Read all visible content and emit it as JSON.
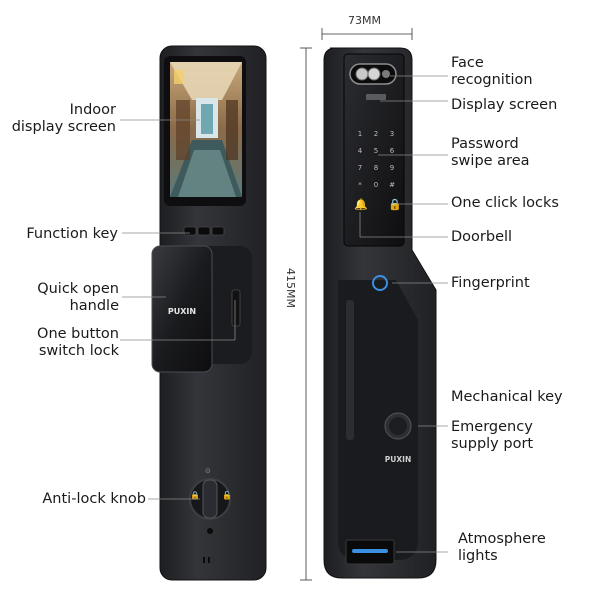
{
  "dimensions": {
    "width": "73MM",
    "height": "415MM"
  },
  "brand": "PUXIN",
  "keypad": [
    "1",
    "2",
    "3",
    "4",
    "5",
    "6",
    "7",
    "8",
    "9",
    "*",
    "0",
    "#"
  ],
  "left_labels": {
    "indoor_display": [
      "Indoor",
      "display screen"
    ],
    "function_key": "Function key",
    "quick_open": [
      "Quick open",
      "handle"
    ],
    "one_button": [
      "One button",
      "switch lock"
    ],
    "anti_lock": "Anti-lock knob"
  },
  "right_labels": {
    "face": [
      "Face",
      "recognition"
    ],
    "display": "Display screen",
    "password": [
      "Password",
      "swipe area"
    ],
    "one_click": "One click locks",
    "doorbell": "Doorbell",
    "fingerprint": "Fingerprint",
    "mech_key": "Mechanical key",
    "emergency": [
      "Emergency",
      "supply port"
    ],
    "atmosphere": [
      "Atmosphere",
      "lights"
    ]
  },
  "colors": {
    "body": "#2b2c30",
    "body_dark": "#1b1c1f",
    "accent_blue": "#3b8fe0",
    "line": "#9a9a9a"
  }
}
